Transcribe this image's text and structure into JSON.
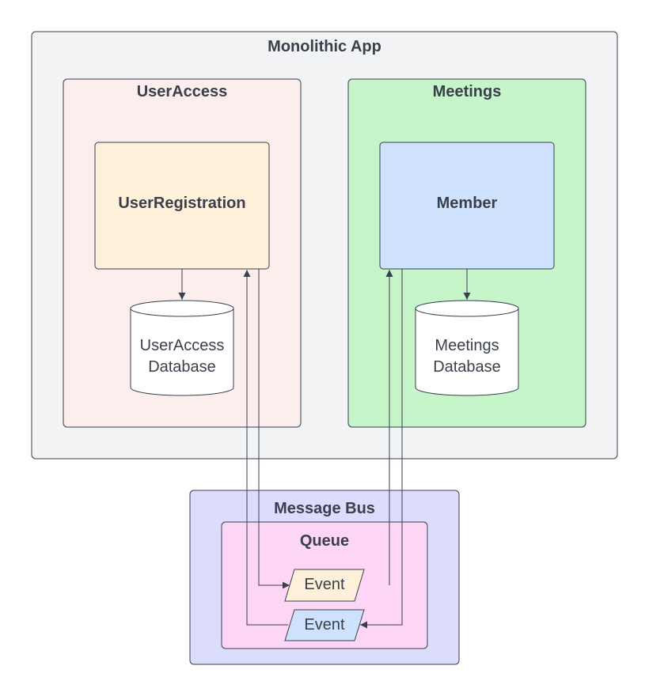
{
  "containers": {
    "monolith": {
      "title": "Monolithic App",
      "fill": "#f2f3f5"
    },
    "user_access": {
      "title": "UserAccess",
      "fill": "#fdeeee"
    },
    "meetings": {
      "title": "Meetings",
      "fill": "#c5f5c9"
    },
    "message_bus": {
      "title": "Message Bus",
      "fill": "#dcdcfc"
    },
    "queue": {
      "title": "Queue",
      "fill": "#fdd6f5"
    }
  },
  "components": {
    "user_registration": {
      "label": "UserRegistration",
      "fill": "#fff1d9"
    },
    "member": {
      "label": "Member",
      "fill": "#cfe2fd"
    }
  },
  "databases": {
    "user_access_db": {
      "line1": "UserAccess",
      "line2": "Database"
    },
    "meetings_db": {
      "line1": "Meetings",
      "line2": "Database"
    }
  },
  "events": {
    "event_1": {
      "label": "Event",
      "fill": "#fff1d9"
    },
    "event_2": {
      "label": "Event",
      "fill": "#cfe2fd"
    }
  },
  "colors": {
    "stroke": "#3a3f4b",
    "text": "#3a3f4b"
  }
}
